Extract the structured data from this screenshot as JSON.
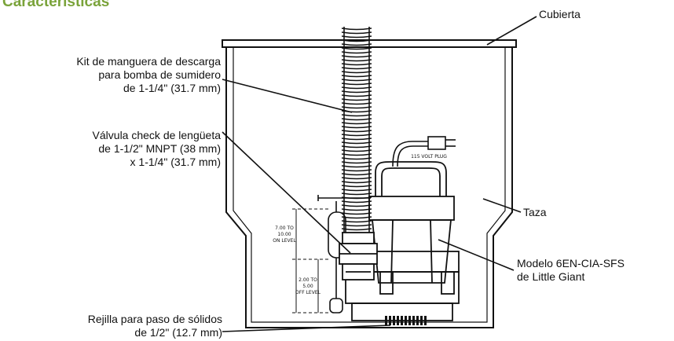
{
  "heading": "Características",
  "labels": {
    "cubierta": "Cubierta",
    "kit_manguera": [
      "Kit de manguera de descarga",
      "para bomba de sumidero",
      "de 1-1/4\" (31.7 mm)"
    ],
    "valvula": [
      "Válvula check de lengüeta",
      "de 1-1/2\" MNPT (38 mm)",
      "x 1-1/4\" (31.7 mm)"
    ],
    "taza": "Taza",
    "modelo": [
      "Modelo 6EN-CIA-SFS",
      "de Little Giant"
    ],
    "rejilla": [
      "Rejilla para paso de sólidos",
      "de 1/2\" (12.7 mm)"
    ]
  },
  "diagram_text": {
    "plug": "115 VOLT PLUG",
    "on_level": [
      "7.00 TO",
      "10.00",
      "ON LEVEL"
    ],
    "off_level": [
      "2.00 TO",
      "5.00",
      "OFF LEVEL"
    ]
  },
  "colors": {
    "heading": "#7aa33a",
    "ink": "#111111"
  }
}
